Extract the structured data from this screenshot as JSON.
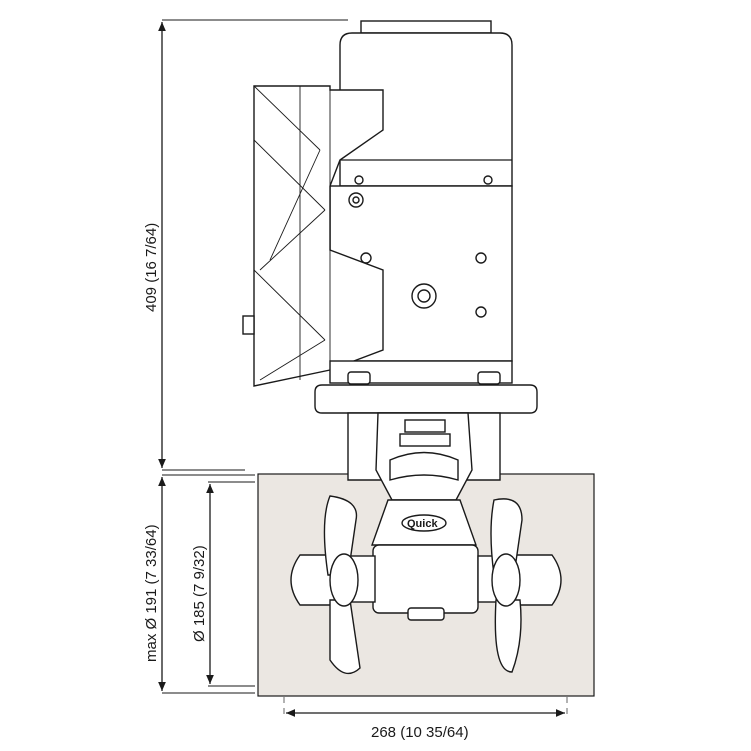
{
  "dimensions": {
    "height_total": "409 (16 7/64)",
    "tunnel_max_diameter": "max Ø 191 (7 33/64)",
    "propeller_diameter": "Ø 185 (7 9/32)",
    "width": "268 (10 35/64)"
  },
  "brand": {
    "logo_text": "Quick"
  },
  "colors": {
    "line": "#1a1a1a",
    "tunnel_fill": "#ebe7e2",
    "background": "#ffffff"
  }
}
